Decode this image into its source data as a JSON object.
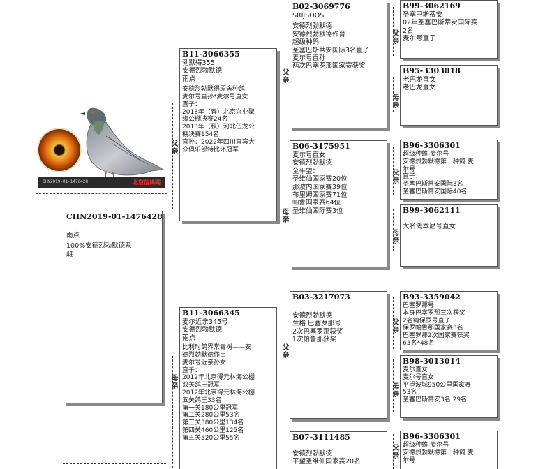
{
  "subject": {
    "ring": "CHN2019-01-1476428",
    "lines": [
      "雨点",
      "100%安德烈勃默德系",
      "雌"
    ]
  },
  "photo": {
    "ring_text": "CHN2019-01-1476428",
    "watermark": "北京信鸽网"
  },
  "labels": {
    "father": "父亲",
    "mother": "母亲"
  },
  "sire": {
    "ring": "B11-3066355",
    "lines": [
      "勃默得355",
      "安德烈勃默德",
      "雨点",
      "安德烈勃默得原舍种鸽",
      "麦尔号直孙*麦尔号直女",
      "直子：",
      "2013年（春）北京兴业聚",
      "缘公棚决赛24名",
      "2013年（秋）河北伍龙公",
      "棚决赛154名",
      "直孙：2022年四川直宾大",
      "众俱乐部特比环冠军"
    ]
  },
  "dam": {
    "ring": "B11-3066345",
    "lines": [
      "麦尔近亲345号",
      "安德烈勃默德",
      "雨点",
      "比利时鸽界常青树——安",
      "德烈勃默德作出",
      "麦尔号近亲孙女",
      "直子：",
      "2012年北京得元林海公棚",
      "双关鸽王冠军",
      "2012年北京得元林海公棚",
      "五关鸽王33名",
      "第一关180公里冠军",
      "第二关280公里53名",
      "第三关380公里134名",
      "第四关460公里125名",
      "第五关520公里55名"
    ]
  },
  "ss": {
    "ring": "B02-3069776",
    "lines": [
      "SRIJSOOS",
      "安德烈勃默德",
      "安德烈勃默德作育",
      "超级种鸽",
      "圣塞巴斯蒂安国际3名直子",
      "麦尔号直孙",
      "两次巴塞罗那国家赛获奖"
    ]
  },
  "sd": {
    "ring": "B06-3175951",
    "lines": [
      "麦尔号直女",
      "安德烈勃默德",
      "全平望：",
      "圣维仙国家赛20位",
      "那波内国家赛39位",
      "布里姆国家赛71位",
      "帕鲁国家赛64位",
      "圣维仙国际赛3位"
    ]
  },
  "ds": {
    "ring": "B03-3217073",
    "lines": [
      "安德烈勃默德",
      "兰格 巴塞罗那号",
      "2次巴塞罗那获奖",
      "1次帕鲁那获奖"
    ]
  },
  "dd": {
    "ring": "B07-3111485",
    "lines": [
      "安德烈勃默德",
      "平望圣维仙国家赛20名"
    ]
  },
  "sss": {
    "ring": "B99-3062169",
    "lines": [
      "圣塞巴斯蒂安",
      "02年圣塞巴斯蒂安国际赛",
      "2名",
      "麦尔号直子"
    ]
  },
  "ssd": {
    "ring": "B95-3303018",
    "lines": [
      "老巴龙直女",
      "老巴龙直女"
    ]
  },
  "sds": {
    "ring": "B96-3306301",
    "lines": [
      "超级种雄-麦尔号",
      "安德烈勃默德第一种鸽 麦",
      "尔号",
      "直子：",
      "圣塞巴斯蒂安国际3名",
      "圣塞巴斯蒂安国际40名"
    ]
  },
  "sdd": {
    "ring": "B99-3062111",
    "lines": [
      "大名鸽本尼号直女"
    ]
  },
  "dss": {
    "ring": "B93-3359042",
    "lines": [
      "巴塞罗那号",
      "本身巴塞罗那三次获奖",
      "2名鸽保罗号直子",
      "保罗帕鲁那国家赛3名",
      "巴塞罗那2次国家赛获奖",
      "63名*48名"
    ]
  },
  "dsd": {
    "ring": "B98-3013014",
    "lines": [
      "麦尔直女",
      "麦尔号直女",
      "平望波城950公里国家赛",
      "53名",
      "圣塞巴斯蒂安3名 29名"
    ]
  },
  "dds": {
    "ring": "B96-3306301",
    "lines": [
      "超级种雄-麦尔号",
      "安德烈勃默德第一种鸽 麦",
      "尔号"
    ]
  }
}
